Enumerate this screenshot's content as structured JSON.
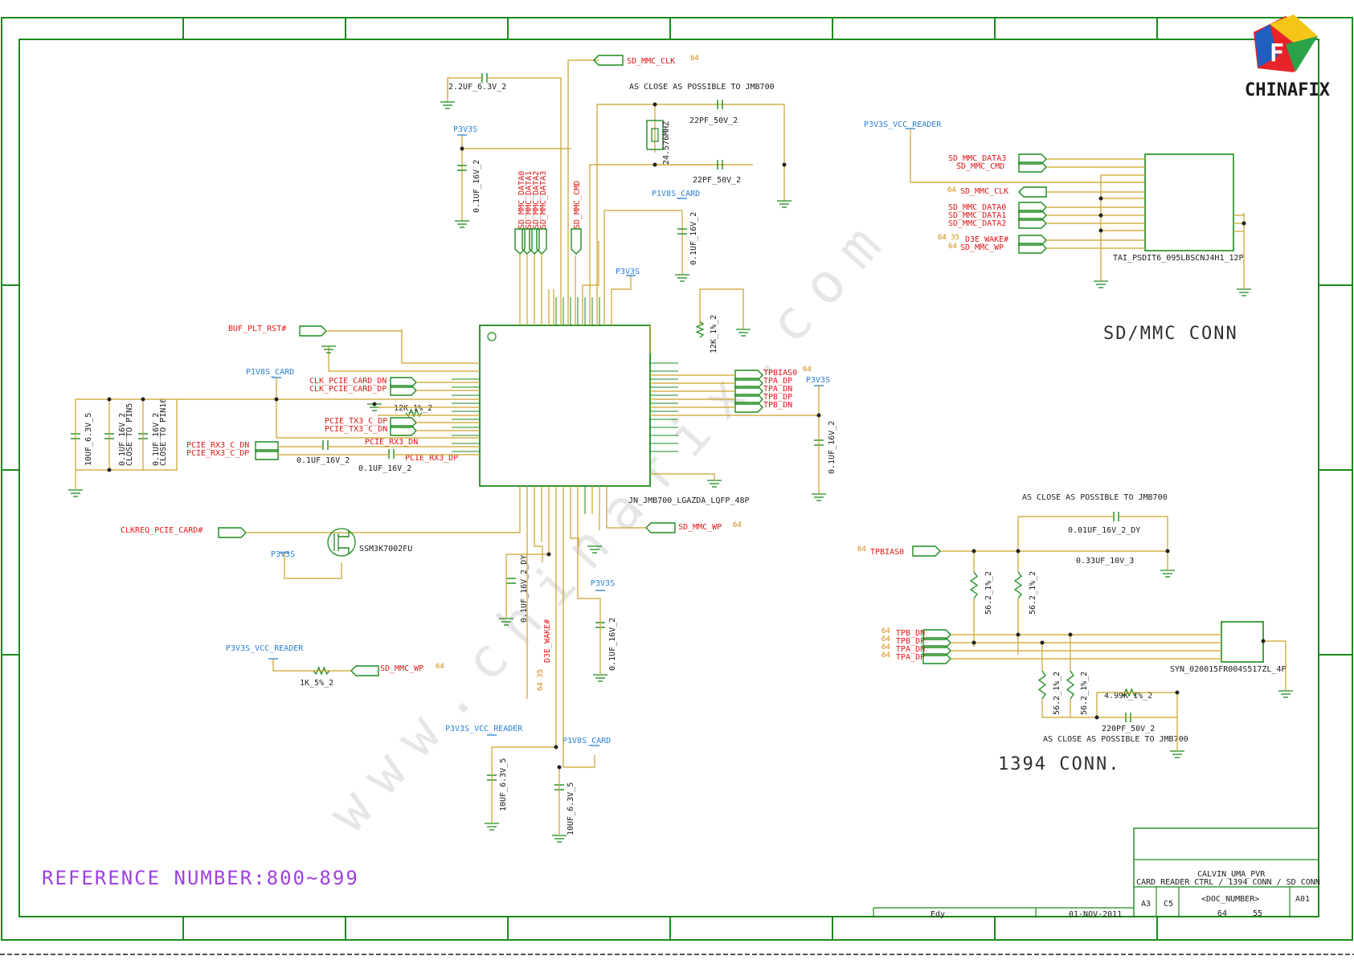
{
  "logo": {
    "text": "CHINAFIX"
  },
  "watermark": "www.chinafix.com",
  "notes": {
    "close_top": "AS CLOSE AS POSSIBLE TO JMB700",
    "close_mid": "AS CLOSE AS POSSIBLE TO JMB700",
    "close_bot": "AS CLOSE AS POSSIBLE TO JMB700",
    "close_to_pin5": "CLOSE TO PIN5",
    "close_to_pin16": "CLOSE TO PIN16"
  },
  "sections": {
    "sd_mmc": "SD/MMC CONN",
    "ieee1394": "1394 CONN.",
    "reference": "REFERENCE NUMBER:800~899"
  },
  "chip": {
    "label": "JN_JMB700_LGAZDA_LQFP_48P"
  },
  "crystal": {
    "label": "24.576MHZ"
  },
  "transistor": {
    "label": "SSM3K7002FU"
  },
  "sd_connector": {
    "label": "TAI_PSDIT6_095LBSCNJ4H1_12P"
  },
  "fw_connector": {
    "label": "SYN_020015FR004S517ZL_4P"
  },
  "power": {
    "p3v3s_a": "P3V3S",
    "p3v3s_b": "P3V3S",
    "p3v3s_c": "P3V3S",
    "p3v3s_d": "P3V3S",
    "p3v3s_e": "P3V3S",
    "p1v8s_card_a": "P1V8S_CARD",
    "p1v8s_card_b": "P1V8S_CARD",
    "p1v8s_card_c": "P1V8S_CARD",
    "p3v3s_vcc_reader_a": "P3V3S_VCC_READER",
    "p3v3s_vcc_reader_b": "P3V3S_VCC_READER",
    "p3v3s_vcc_reader_c": "P3V3S_VCC_READER"
  },
  "components": {
    "c_top": "2.2UF_6.3V_2",
    "c_p3v3s": "0.1UF_16V_2",
    "c_xtal1": "22PF_50V_2",
    "c_xtal2": "22PF_50V_2",
    "c_p1v8": "0.1UF_16V_2",
    "r_12k": "12K_1%_2",
    "r_12k_b": "12K_1%_2",
    "c_10uf_left": "10UF_6.3V_5",
    "c_pin5": "0.1UF_16V_2",
    "c_pin16": "0.1UF_16V_2",
    "c_rx_n": "0.1UF_16V_2",
    "c_rx_p": "0.1UF_16V_2",
    "c_right": "0.1UF_16V_2",
    "c_bot1": "0.1UF_16V_2_DY",
    "c_bot2": "0.1UF_16V_2",
    "c_bot3": "10UF_6.3V_5",
    "c_bot4": "10UF_6.3V_5",
    "r_1k": "1K_5%_2",
    "c_001": "0.01UF_16V_2_DY",
    "c_033": "0.33UF_10V_3",
    "r_562a": "56.2_1%_2",
    "r_562b": "56.2_1%_2",
    "r_562c": "56.2_1%_2",
    "r_562d": "56.2_1%_2",
    "r_499k": "4.99K_1%_2",
    "c_220p": "220PF_50V_2"
  },
  "nets": {
    "sd_mmc_clk_top": "SD_MMC_CLK",
    "sd_mmc_data0_v": "SD_MMC_DATA0",
    "sd_mmc_data1_v": "SD_MMC_DATA1",
    "sd_mmc_data2_v": "SD_MMC_DATA2",
    "sd_mmc_data3_v": "SD_MMC_DATA3",
    "sd_mmc_cmd_v": "SD_MMC_CMD",
    "buf_plt_rst": "BUF_PLT_RST#",
    "clk_pcie_dn": "CLK_PCIE_CARD_DN",
    "clk_pcie_dp": "CLK_PCIE_CARD_DP",
    "pcie_tx_dp": "PCIE_TX3_C_DP",
    "pcie_tx_dn": "PCIE_TX3_C_DN",
    "pcie_rx_c_dn": "PCIE_RX3_C_DN",
    "pcie_rx_c_dp": "PCIE_RX3_C_DP",
    "pcie_rx_dn": "PCIE_RX3_DN",
    "pcie_rx_dp": "PCIE_RX3_DP",
    "clkreq": "CLKREQ_PCIE_CARD#",
    "tpbias0": "TPBIAS0",
    "tpa_dp": "TPA_DP",
    "tpa_dn": "TPA_DN",
    "tpb_dp": "TPB_DP",
    "tpb_dn": "TPB_DN",
    "sd_mmc_wp_right": "SD_MMC_WP",
    "sd_mmc_wp_left": "SD_MMC_WP",
    "d3e_wake": "D3E_WAKE#",
    "sd_data3": "SD_MMC_DATA3",
    "sd_cmd": "SD_MMC_CMD",
    "sd_clk": "SD_MMC_CLK",
    "sd_data0": "SD_MMC_DATA0",
    "sd_data1": "SD_MMC_DATA1",
    "sd_data2": "SD_MMC_DATA2",
    "sd_wake": "D3E_WAKE#",
    "sd_wp": "SD_MMC_WP",
    "fw_tpbias0": "TPBIAS0",
    "fw_tpb_dn": "TPB_DN",
    "fw_tpb_dp": "TPB_DP",
    "fw_tpa_dn": "TPA_DN",
    "fw_tpa_dp": "TPA_DP"
  },
  "page_refs": {
    "r64": "64",
    "r6435": "64 35"
  },
  "title_block": {
    "project": "CALVIN_UMA_PVR",
    "title": "CARD READER CTRL / 1394 CONN / SD CONN",
    "size": "A3",
    "sheet_code": "C5",
    "doc_number": "<DOC_NUMBER>",
    "rev": "A01",
    "sheet": "64",
    "of": "55",
    "author": "Edy",
    "date": "01-NOV-2011"
  }
}
